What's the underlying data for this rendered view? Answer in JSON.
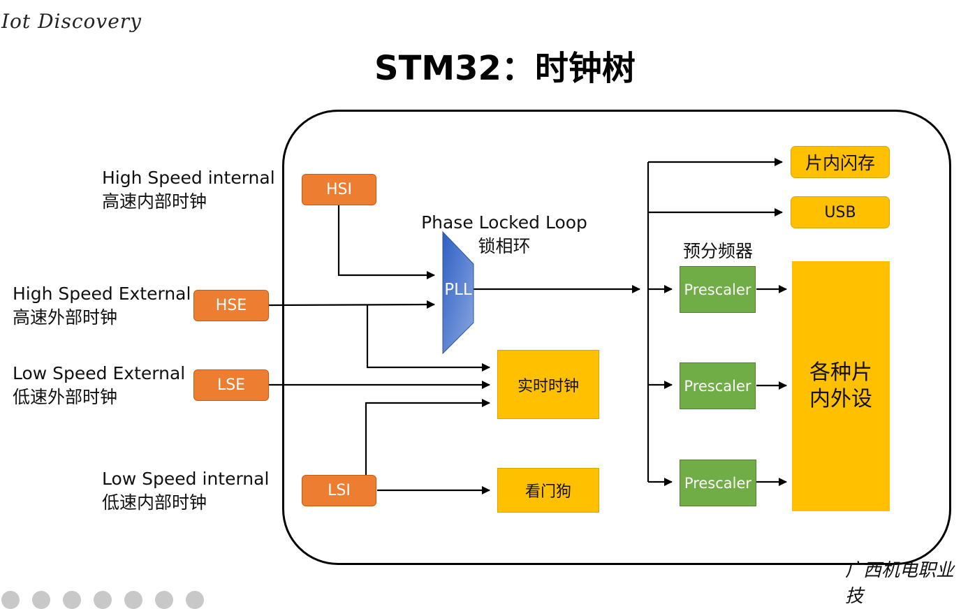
{
  "header": {
    "logo": "Iot Discovery",
    "title": "STM32：时钟树"
  },
  "sources": {
    "hsi_label_en": "High Speed internal",
    "hsi_label_zh": "高速内部时钟",
    "hse_label_en": "High Speed External",
    "hse_label_zh": "高速外部时钟",
    "lse_label_en": "Low Speed External",
    "lse_label_zh": "低速外部时钟",
    "lsi_label_en": "Low Speed internal",
    "lsi_label_zh": "低速内部时钟"
  },
  "blocks": {
    "hsi": "HSI",
    "hse": "HSE",
    "lse": "LSE",
    "lsi": "LSI",
    "pll": "PLL",
    "pll_label_en": "Phase Locked Loop",
    "pll_label_zh": "锁相环",
    "rtc": "实时时钟",
    "watchdog": "看门狗",
    "flash": "片内闪存",
    "usb": "USB",
    "prescaler_group_label": "预分频器",
    "prescaler_1": "Prescaler",
    "prescaler_2": "Prescaler",
    "prescaler_3": "Prescaler",
    "peripherals_line1": "各种片",
    "peripherals_line2": "内外设"
  },
  "footer": {
    "signature": "广西机电职业技"
  },
  "colors": {
    "oscillator": "#ed7d31",
    "peripheral": "#ffc000",
    "prescaler": "#70ad47",
    "pll": "#4472c4"
  }
}
